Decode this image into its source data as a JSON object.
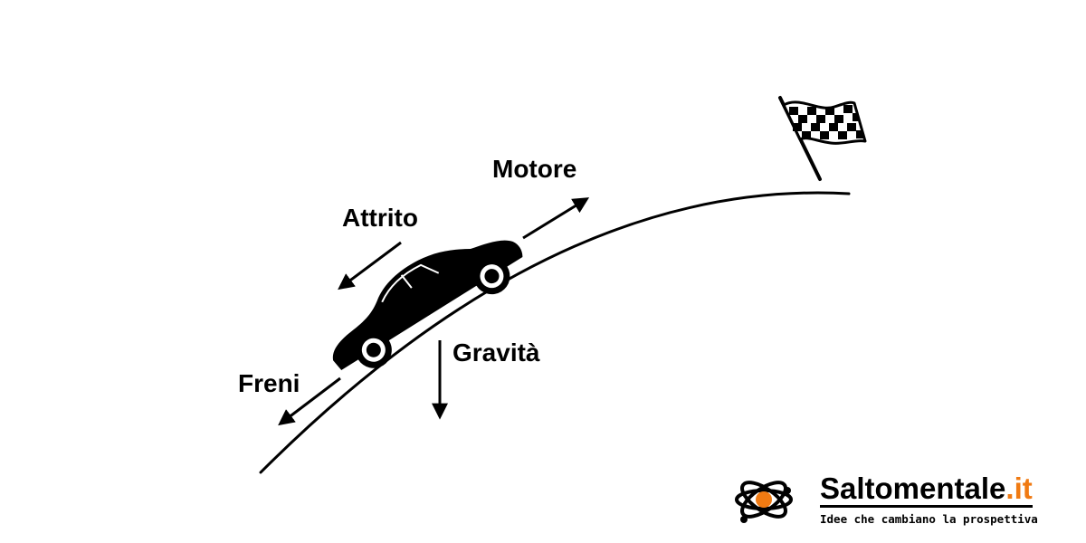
{
  "forces": {
    "motore": "Motore",
    "attrito": "Attrito",
    "gravita": "Gravità",
    "freni": "Freni"
  },
  "brand": {
    "name": "Saltomentale",
    "tld": ".it",
    "tagline": "Idee che cambiano la prospettiva",
    "accent_color": "#f07a12"
  },
  "icons": {
    "car": "car-icon",
    "flag": "checkered-flag-icon",
    "logo": "atom-logo-icon"
  }
}
